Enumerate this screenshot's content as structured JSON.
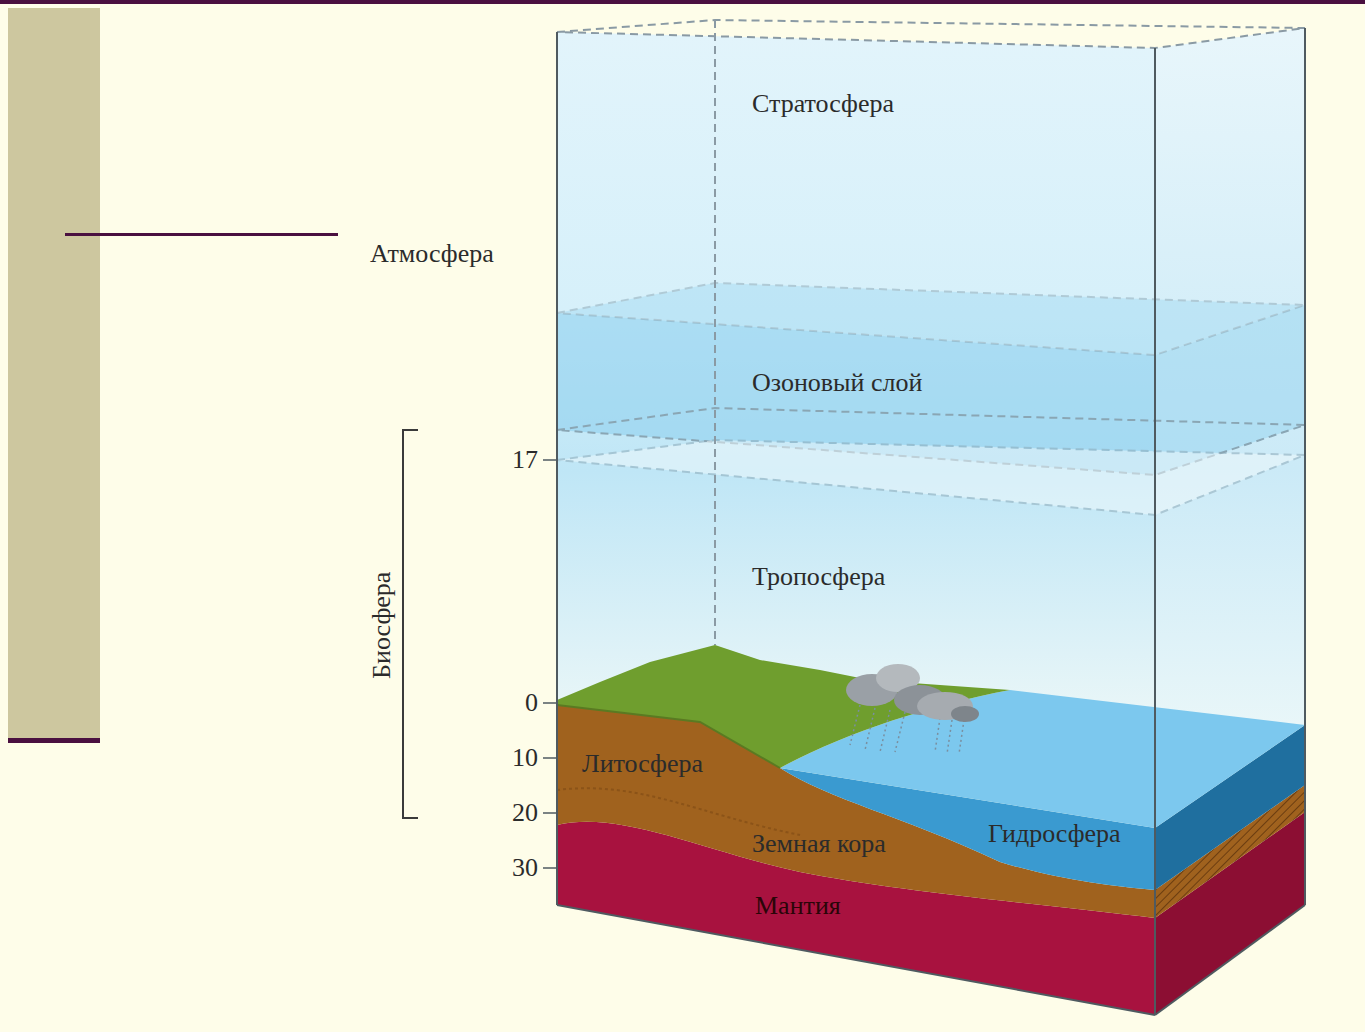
{
  "diagram": {
    "labels": [
      "Стратосфера",
      "Атмосфера",
      "Озоновый слой",
      "17",
      "Тропосфера",
      "Биосфера",
      "0",
      "Литосфера",
      "10",
      "20",
      "Земная кора",
      "Гидросфера",
      "30",
      "Мантия"
    ]
  }
}
